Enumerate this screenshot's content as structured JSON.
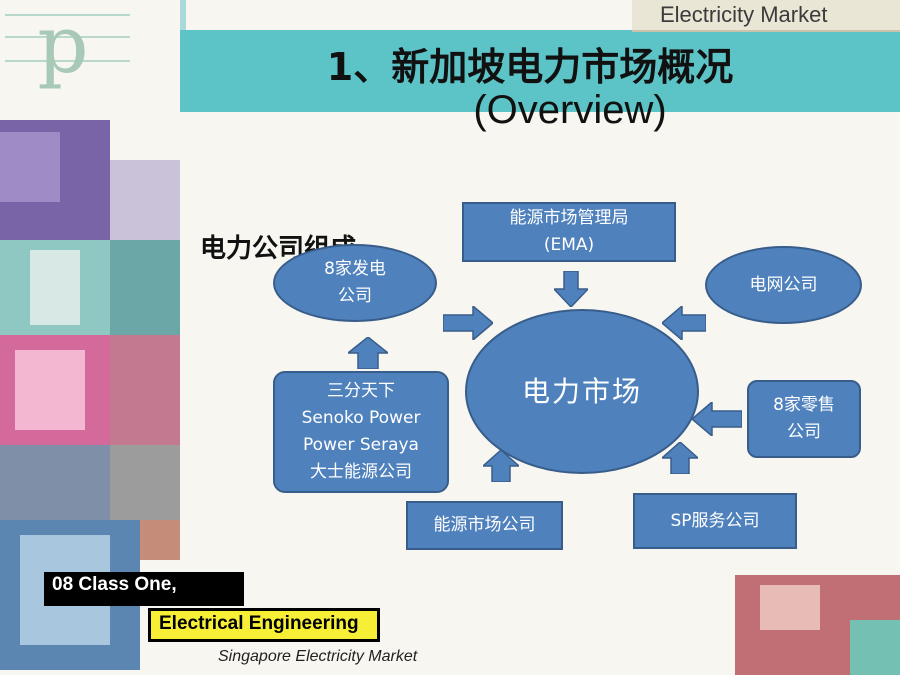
{
  "header": {
    "logo_letter": "p",
    "topright_label": "Electricity Market",
    "title_line1": "1、新加坡电力市场概况",
    "title_line2": "(Overview)"
  },
  "diagram": {
    "section_label": "电力公司组成",
    "center": "电力市场",
    "nodes": {
      "ema": [
        "能源市场管理局",
        "(EMA)"
      ],
      "gencos": [
        "8家发电",
        "公司"
      ],
      "grid": [
        "电网公司"
      ],
      "gen_list": [
        "三分天下",
        "Senoko Power",
        "Power Seraya",
        "大士能源公司"
      ],
      "retail": [
        "8家零售",
        "公司"
      ],
      "emc": [
        "能源市场公司"
      ],
      "sp": [
        "SP服务公司"
      ]
    }
  },
  "footer": {
    "badge1": "08 Class One,",
    "badge2": "Electrical Engineering",
    "caption": "Singapore Electricity Market"
  }
}
